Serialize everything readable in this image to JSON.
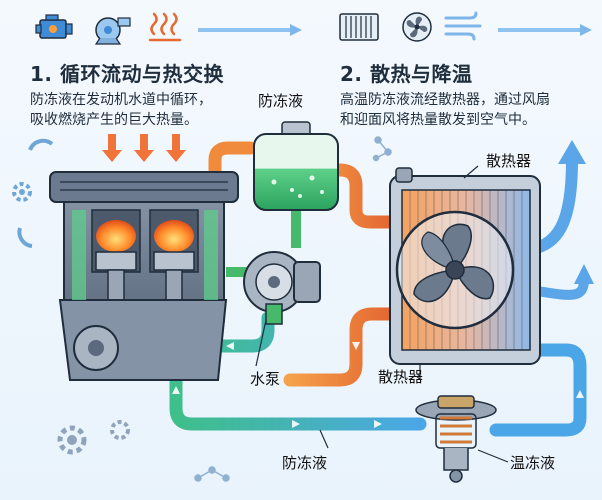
{
  "section1": {
    "title": "1. 循环流动与热交换",
    "desc_line1": "防冻液在发动机水道中循环，",
    "desc_line2": "吸收燃烧产生的巨大热量。"
  },
  "section2": {
    "title": "2. 散热与降温",
    "desc_line1": "高温防冻液流经散热器，通过风扇",
    "desc_line2": "和迎面风将热量散发到空气中。"
  },
  "labels": {
    "coolant_top": "防冻液",
    "radiator": "散热器",
    "water_pump": "水泵",
    "radiator_lower": "散热器",
    "coolant_bottom": "防冻液",
    "thermostat": "温冻液"
  },
  "colors": {
    "hot_pipe": "#f08a3c",
    "cool_pipe": "#46b96a",
    "blue_arrow": "#5aa6e8",
    "outline": "#1f2d3d"
  },
  "icons": [
    "engine-icon",
    "water-pump-icon",
    "heat-waves-icon",
    "radiator-icon",
    "fan-icon",
    "wind-icon"
  ]
}
